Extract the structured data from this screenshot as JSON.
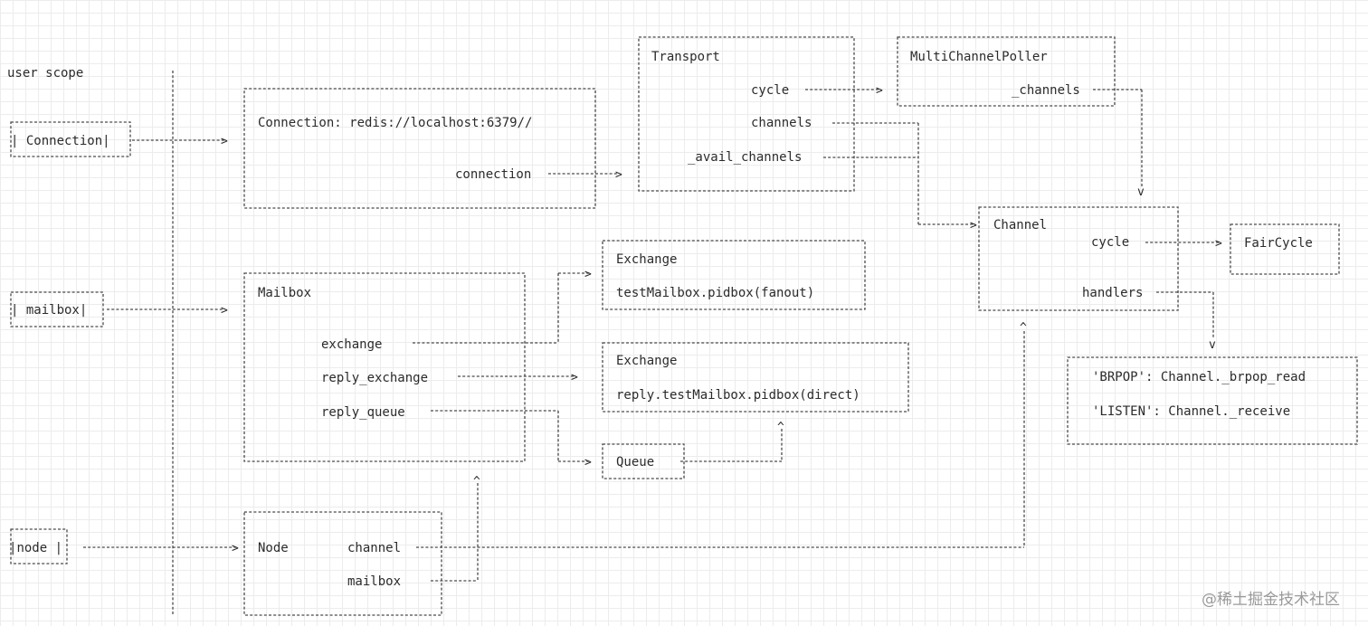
{
  "labels": {
    "user_scope": "user scope",
    "connection_box": "Connection",
    "mailbox_box": "mailbox",
    "node_box": "node",
    "connection_url": "Connection: redis://localhost:6379//",
    "connection_attr": "connection",
    "transport_title": "Transport",
    "transport_cycle": "cycle",
    "transport_channels": "channels",
    "transport_avail": "_avail_channels",
    "poller_title": "MultiChannelPoller",
    "poller_channels": "_channels",
    "channel_title": "Channel",
    "channel_cycle": "cycle",
    "channel_handlers": "handlers",
    "faircycle_title": "FairCycle",
    "handler_brpop": "'BRPOP': Channel._brpop_read",
    "handler_listen": "'LISTEN': Channel._receive",
    "mailbox_title": "Mailbox",
    "mailbox_exchange": "exchange",
    "mailbox_reply_exchange": "reply_exchange",
    "mailbox_reply_queue": "reply_queue",
    "exchange1_title": "Exchange",
    "exchange1_name": "testMailbox.pidbox(fanout)",
    "exchange2_title": "Exchange",
    "exchange2_name": "reply.testMailbox.pidbox(direct)",
    "queue_title": "Queue",
    "node_title": "Node",
    "node_channel": "channel",
    "node_mailbox": "mailbox"
  },
  "watermark": "@稀土掘金技术社区",
  "colors": {
    "line": "#4a4a4a",
    "text": "#2b2b2b",
    "grid": "#ececec",
    "watermark": "#9a9a9a"
  }
}
